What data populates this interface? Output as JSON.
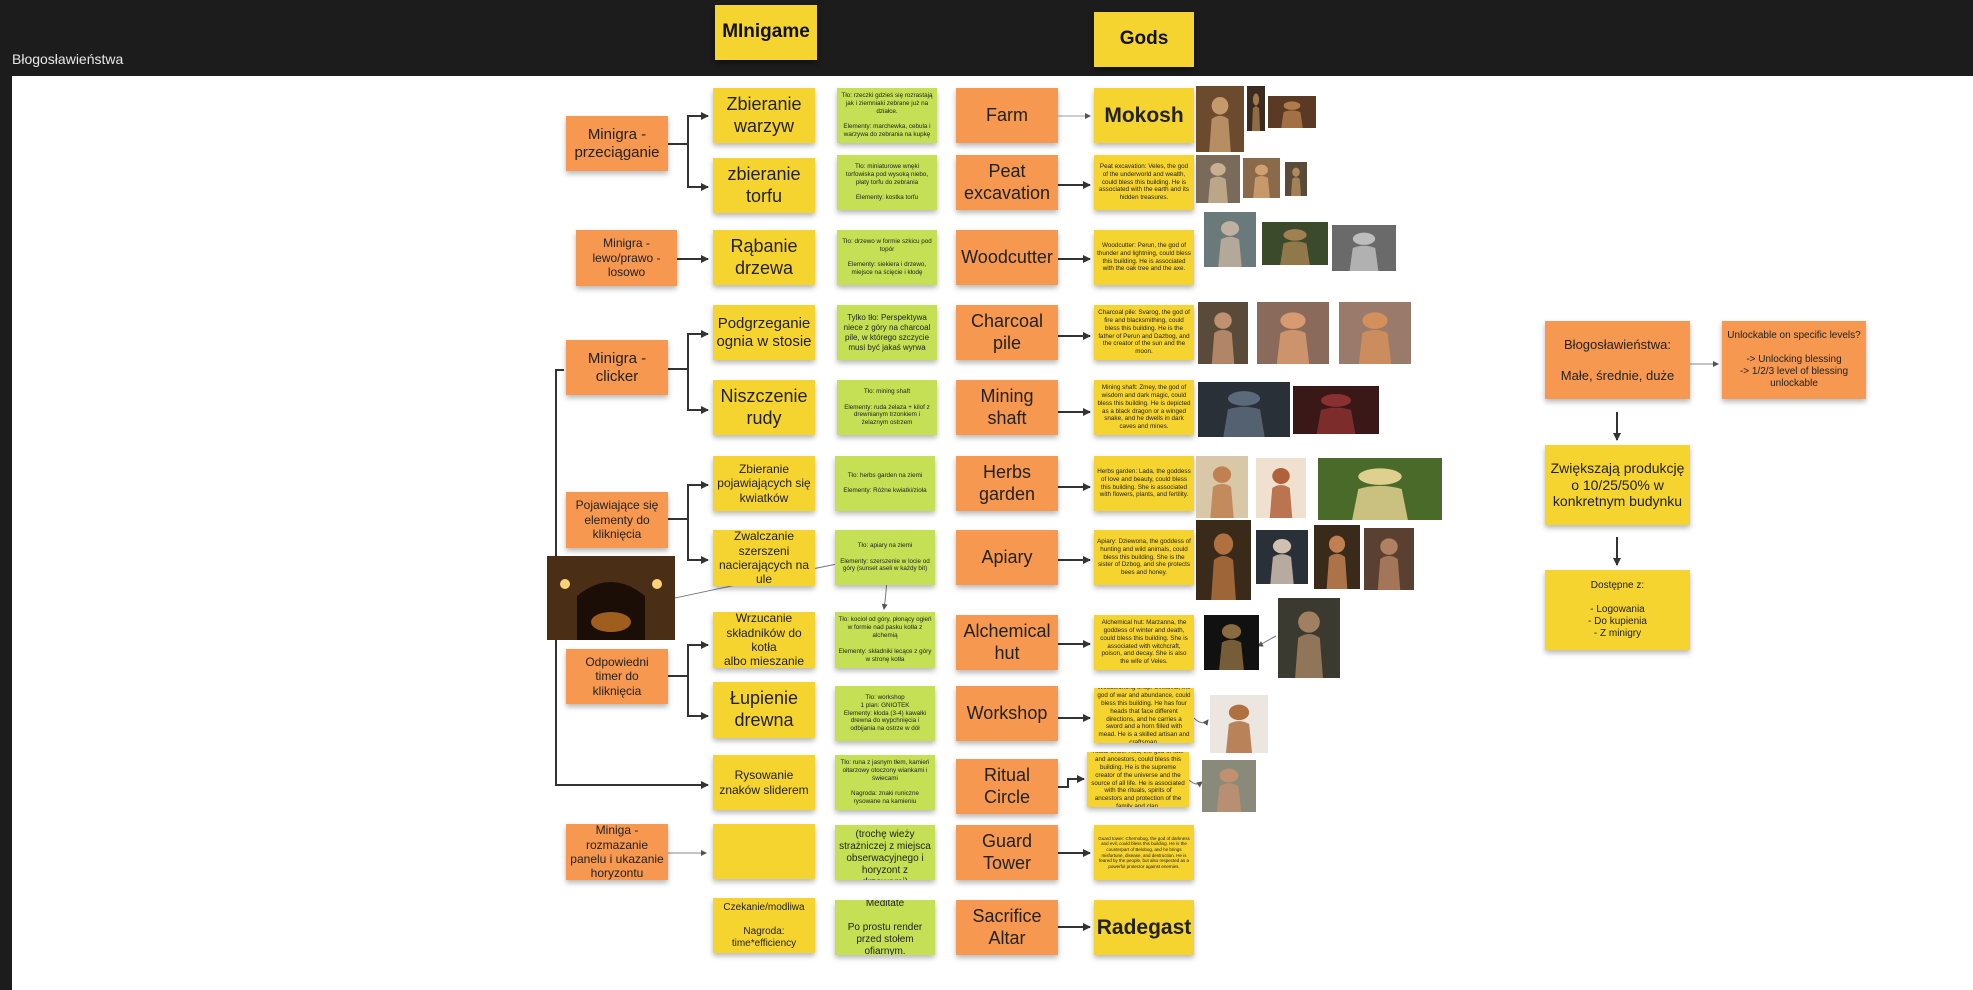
{
  "board": {
    "title": "Błogosławieństwa"
  },
  "headers": {
    "minigame": "MInigame",
    "gods": "Gods"
  },
  "minigame_types": {
    "drag": "Minigra -\nprzeciąganie",
    "lr": "Minigra -\nlewo/prawo -\nlosowo",
    "clicker": "Minigra -\nclicker",
    "appearing": "Pojawiające się\nelementy do\nkliknięcia",
    "timer": "Odpowiedni\ntimer do\nkliknięcia",
    "horizon": "Miniga - rozmazanie\npanelu i ukazanie\nhoryzontu"
  },
  "rows": [
    {
      "minigame": "Zbieranie\nwarzyw",
      "desc": "Tło: rzeczki gdzieś się rozrastają jak i ziemniaki zebrane już na działce.\n\nElementy: marchewka, cebula i warzywa do zebrania na kupkę",
      "building": "Farm",
      "god": "Mokosh"
    },
    {
      "minigame": "zbieranie\ntorfu",
      "desc": "Tło: miniaturowe wnęki torfowiska pod wysoką niebo, płaty torfu do zebrania\n\nElementy: kostka torfu",
      "building": "Peat\nexcavation",
      "god": "Peat excavation: Veles, the god of the underworld and wealth, could bless this building. He is associated with the earth and its hidden treasures."
    },
    {
      "minigame": "Rąbanie\ndrzewa",
      "desc": "Tło: drzewo w formie szkicu pod topór\n\nElementy: siekiera i drzewo, miejsce na ścięcie i kłodę",
      "building": "Woodcutter",
      "god": "Woodcutter: Perun, the god of thunder and lightning, could bless this building. He is associated with the oak tree and the axe."
    },
    {
      "minigame": "Podgrzeganie\nognia w stosie",
      "desc": "Tylko tło: Perspektywa niece z góry na charcoal pile, w którego szczycie musi być jakaś wyrwa",
      "building": "Charcoal\npile",
      "god": "Charcoal pile: Svarog, the god of fire and blacksmithing, could bless this building. He is the father of Perun and Dazbog, and the creator of the sun and the moon."
    },
    {
      "minigame": "Niszczenie\nrudy",
      "desc": "Tło: mining shaft\n\nElementy: ruda żelaza + kilof z drewnianym trzonkiem i żelaznym ostrzem",
      "building": "Mining\nshaft",
      "god": "Mining shaft: Zmey, the god of wisdom and dark magic, could bless this building. He is depicted as a black dragon or a winged snake, and he dwells in dark caves and mines."
    },
    {
      "minigame": "Zbieranie\npojawiających się\nkwiatków",
      "desc": "Tło: herbs garden na ziemi\n\nElementy: Różne kwiatki/zioła",
      "building": "Herbs\ngarden",
      "god": "Herbs garden: Lada, the goddess of love and beauty, could bless this building. She is associated with flowers, plants, and fertility."
    },
    {
      "minigame": "Zwalczanie\nszerszeni\nnacierających na ule",
      "desc": "Tło: apiary na ziemi\n\nElementy: szerszenie w locie od góry (sunset aseli w każdy bit)",
      "building": "Apiary",
      "god": "Apiary: Dziewona, the goddess of hunting and wild animals, could bless this building. She is the sister of Dzbog, and she protects bees and honey."
    },
    {
      "minigame": "Wrzucanie\nskładników do kotła\nalbo mieszanie",
      "desc": "Tło: kocioł od góry, płonący ogień w formie nad pasku kotła z alchemią\n\nElementy: składniki lecące z góry w stronę kotła",
      "building": "Alchemical\nhut",
      "god": "Alchemical hut: Marzanna, the goddess of winter and death, could bless this building. She is associated with witchcraft, poison, and decay. She is also the wife of Veles."
    },
    {
      "minigame": "Łupienie\ndrewna",
      "desc": "Tło: workshop\n1 plan: GNIOTEK\nElementy: kłoda (3-4) kawałki drewna do wypchnięcia i odbijania na ostrze w dół",
      "building": "Workshop",
      "god": "Woodworking shop: Svetovid, the god of war and abundance, could bless this building. He has four heads that face different directions, and he carries a sword and a horn filled with mead. He is a skilled artisan and craftsman."
    },
    {
      "minigame": "Rysowanie\nznaków sliderem",
      "desc": "Tło: runa z jasnym tłem, kamień ołtarzowy otoczony wiankami i świecami\n\nNagroda: znaki runiczne rysowane na kamieniu",
      "building": "Ritual\nCircle",
      "god": "Ritual circle: Rod, the god of fate and ancestors, could bless this building. He is the supreme creator of the universe and the source of all life. He is associated with the rituals, spirits of ancestors and protection of the family and clan."
    },
    {
      "minigame": "",
      "desc": "GOŚĆ NA WIEŻY (trochę wieży strażniczej z miejsca obserwacyjnego i horyzont z drzewami)",
      "building": "Guard\nTower",
      "god": "Guard tower: Chernobog, the god of darkness and evil, could bless this building. He is the counterpart of Belobog, and he brings misfortune, disease, and destruction. He is feared by the people, but also respected as a powerful protector against enemies."
    },
    {
      "minigame": "Czekanie/modliwa\n\nNagroda:\ntime*efficiency",
      "desc": "Meditate\n\nPo prostu render przed stołem ofiarnym.",
      "building": "Sacrifice\nAltar",
      "god": "Radegast"
    }
  ],
  "blessings": {
    "main": "Błogosławieństwa:\n\nMałe, średnie, duże",
    "unlock": "Unlockable on specific levels?\n\n-> Unlocking blessing\n-> 1/2/3 level of blessing\nunlockable",
    "effect": "Zwiększają produkcję\no 10/25/50% w\nkonkretnym budynku",
    "available": "Dostępne z:\n\n- Logowania\n- Do kupienia\n- Z minigry"
  },
  "colors": {
    "orange": "#f6984f",
    "yellow": "#f6d430",
    "green": "#c5e055",
    "frame": "#1c1c1c",
    "board": "#ffffff"
  }
}
